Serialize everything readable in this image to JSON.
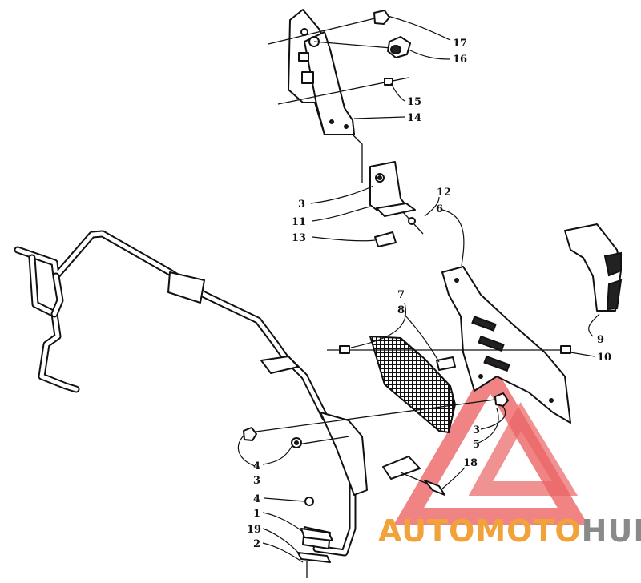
{
  "callouts": {
    "c17": "17",
    "c16": "16",
    "c15": "15",
    "c14": "14",
    "c3a": "3",
    "c11": "11",
    "c12": "12",
    "c6": "6",
    "c13": "13",
    "c7": "7",
    "c8": "8",
    "c9": "9",
    "c10": "10",
    "c3b": "3",
    "c5": "5",
    "c18": "18",
    "c4a": "4",
    "c3c": "3",
    "c4b": "4",
    "c1": "1",
    "c19": "19",
    "c2": "2"
  },
  "watermark": {
    "brand_part1": "AUTO",
    "brand_part2": "MOTO",
    "brand_part3": "HUB",
    "color_red": "#e84a4a",
    "color_orange": "#f2a23a",
    "color_gray": "#8a8a8a"
  }
}
